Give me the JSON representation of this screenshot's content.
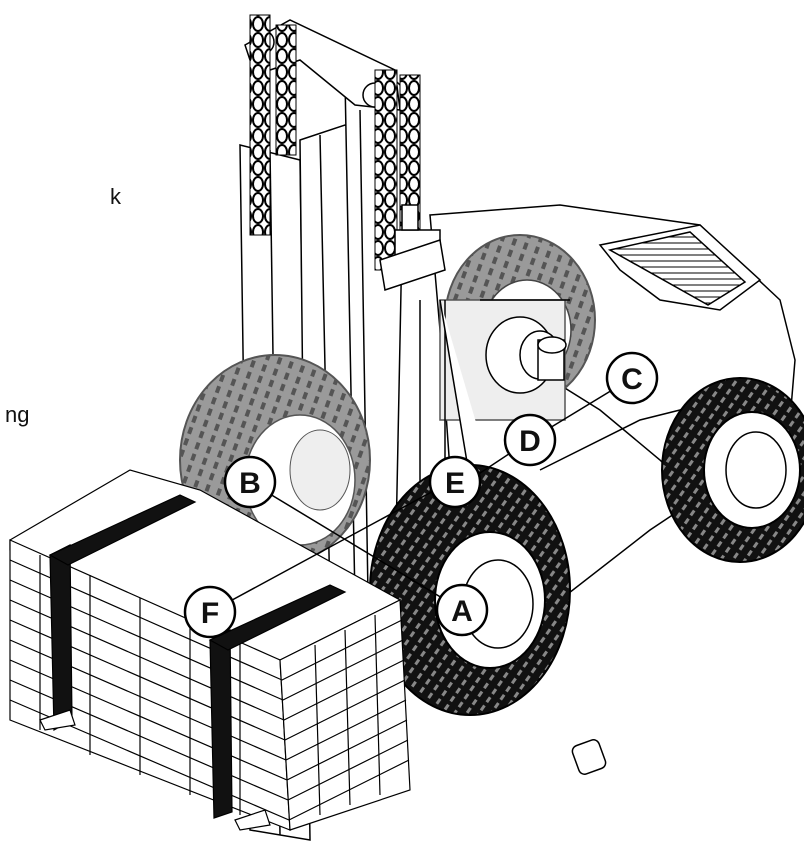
{
  "figure": {
    "side_text": [
      "k",
      "ng"
    ],
    "callouts": [
      {
        "id": "A",
        "label": "A"
      },
      {
        "id": "B",
        "label": "B"
      },
      {
        "id": "C",
        "label": "C"
      },
      {
        "id": "D",
        "label": "D"
      },
      {
        "id": "E",
        "label": "E"
      },
      {
        "id": "F",
        "label": "F"
      }
    ]
  }
}
